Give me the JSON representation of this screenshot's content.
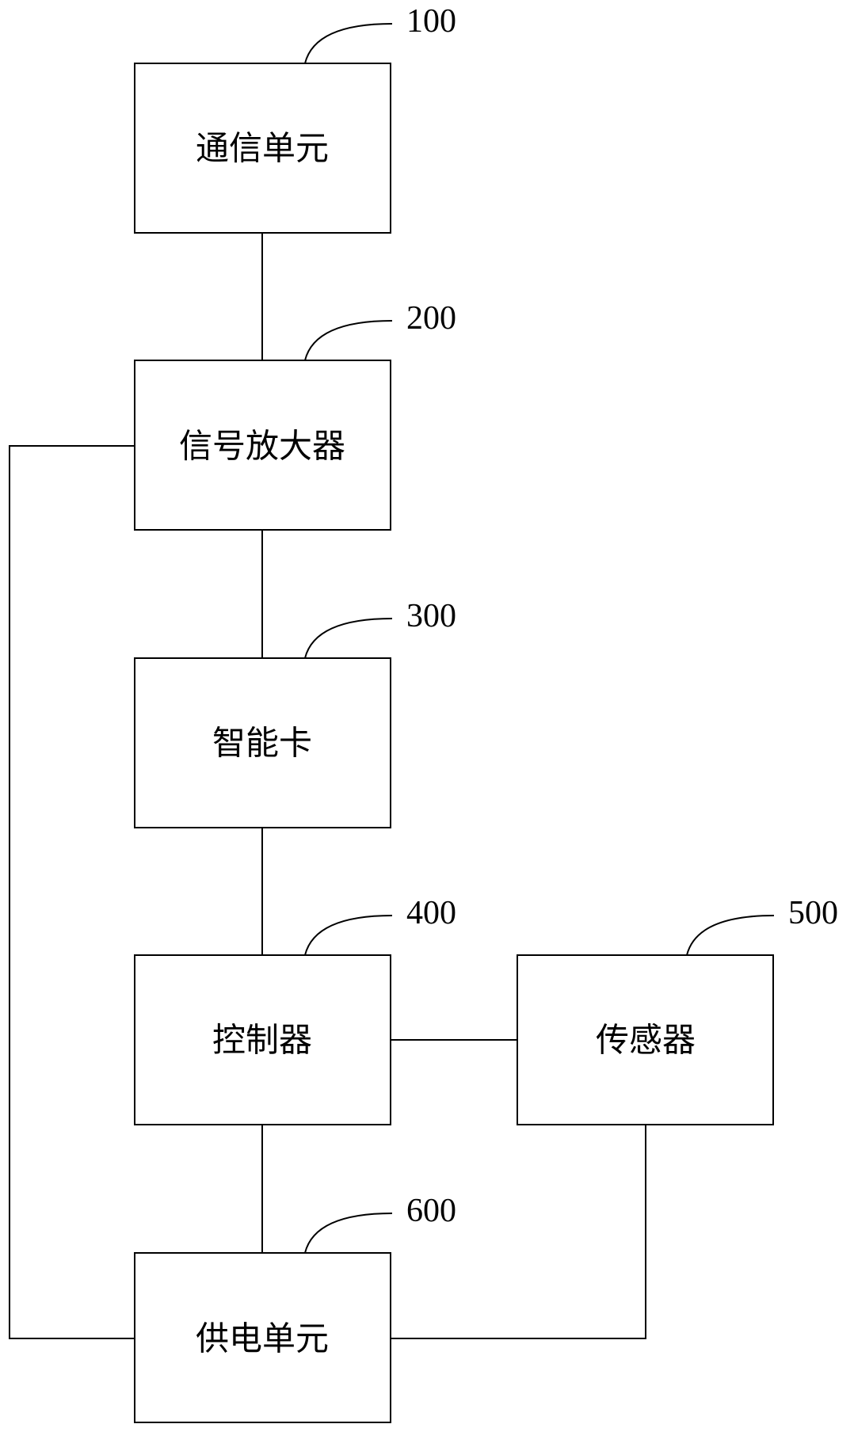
{
  "blocks": [
    {
      "id": "communication-unit",
      "ref": "100",
      "label": "通信单元"
    },
    {
      "id": "signal-amplifier",
      "ref": "200",
      "label": "信号放大器"
    },
    {
      "id": "smart-card",
      "ref": "300",
      "label": "智能卡"
    },
    {
      "id": "controller",
      "ref": "400",
      "label": "控制器"
    },
    {
      "id": "sensor",
      "ref": "500",
      "label": "传感器"
    },
    {
      "id": "power-supply-unit",
      "ref": "600",
      "label": "供电单元"
    }
  ],
  "connections": [
    [
      "communication-unit",
      "signal-amplifier"
    ],
    [
      "signal-amplifier",
      "smart-card"
    ],
    [
      "smart-card",
      "controller"
    ],
    [
      "controller",
      "sensor"
    ],
    [
      "controller",
      "power-supply-unit"
    ],
    [
      "signal-amplifier",
      "power-supply-unit"
    ],
    [
      "sensor",
      "power-supply-unit"
    ]
  ]
}
